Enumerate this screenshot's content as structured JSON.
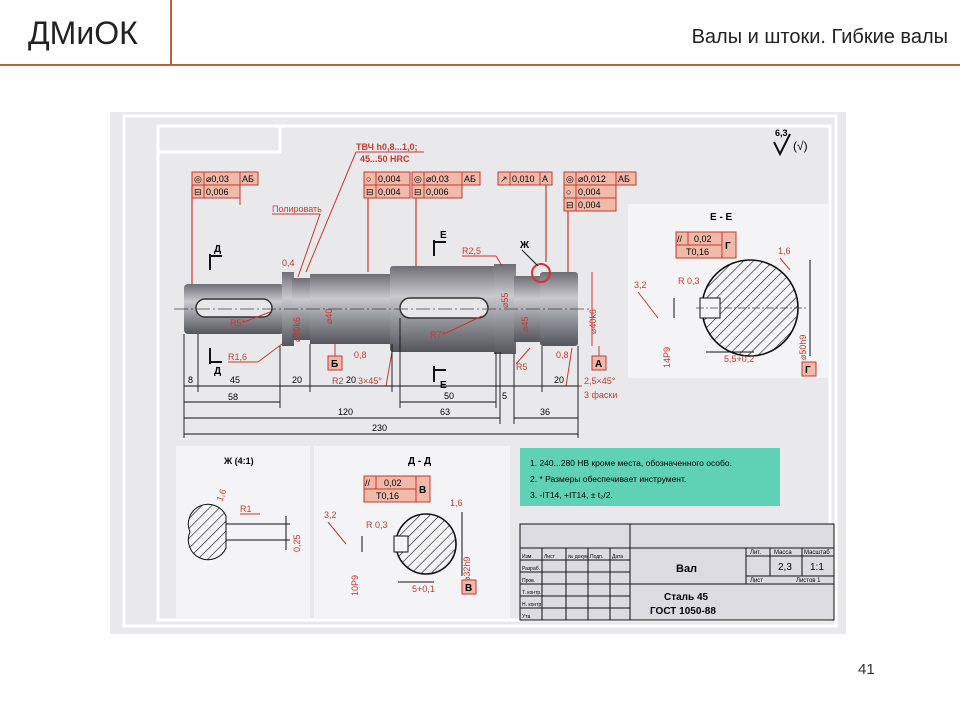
{
  "header": {
    "logo": "ДМиОК",
    "title": "Валы и штоки. Гибкие валы"
  },
  "page_number": "41",
  "drawing": {
    "roughness": "6,3",
    "roughness_suffix": "(√)",
    "frames": [
      {
        "sym": "◎",
        "tol": "⌀0,03",
        "base": "АБ"
      },
      {
        "sym": "⊟",
        "tol": "0,006",
        "base": ""
      },
      {
        "sym": "○",
        "tol": "0,004",
        "base": ""
      },
      {
        "sym": "⊟",
        "tol": "0,004",
        "base": ""
      },
      {
        "sym": "◎",
        "tol": "⌀0,03",
        "base": "АБ"
      },
      {
        "sym": "⊟",
        "tol": "0,006",
        "base": ""
      },
      {
        "sym": "↗",
        "tol": "0,010",
        "base": "А"
      },
      {
        "sym": "◎",
        "tol": "⌀0,012",
        "base": "АБ"
      },
      {
        "sym": "○",
        "tol": "0,004",
        "base": ""
      },
      {
        "sym": "⊟",
        "tol": "0,004",
        "base": ""
      }
    ],
    "labels": {
      "tvch1": "ТВЧ h0,8...1,0;",
      "tvch2": "45...50 HRC",
      "polish": "Полировать",
      "d_top": "Д",
      "d_bottom": "Д",
      "e_top": "Е",
      "e_bottom": "Е",
      "r25": "R2,5",
      "zh": "Ж",
      "r5_left": "R5*",
      "r7": "R7*",
      "r16": "R1,6",
      "r2": "R2",
      "r5_right": "R5",
      "ch45": "3×45°",
      "ch25": "2,5×45°",
      "ch3": "3 фаски",
      "rough04": "0,4",
      "rough08a": "0,8",
      "rough08b": "0,8",
      "base_b": "Б",
      "base_a": "А",
      "dia_40k6_l": "⌀40k6",
      "dia_40": "⌀40",
      "dia_55": "⌀55",
      "dia_45": "⌀45",
      "dia_40k6_r": "⌀40k6"
    },
    "dims": {
      "d8": "8",
      "d45": "45",
      "d20a": "20",
      "d20b": "20",
      "d50": "50",
      "d5": "5",
      "d20c": "20",
      "d58": "58",
      "d120": "120",
      "d63": "63",
      "d36": "36",
      "d230": "230"
    },
    "section_e": {
      "title": "Е - Е",
      "tol": "0,02",
      "sym": "//",
      "t016": "T0,16",
      "base": "Г",
      "base_bottom": "Г",
      "r03": "R 0,3",
      "r32": "3,2",
      "r16": "1,6",
      "dim_14p9": "14P9",
      "dim_50h": "⌀50h9",
      "dim_55": "5,5+0,2"
    },
    "section_zh": {
      "title": "Ж (4:1)",
      "r1": "R1",
      "r16": "1,6",
      "d025": "0,25"
    },
    "section_d": {
      "title": "Д - Д",
      "tol": "0,02",
      "sym": "//",
      "t016": "T0,16",
      "base": "В",
      "base_bottom": "В",
      "r03": "R 0,3",
      "r32": "3,2",
      "r16": "1,6",
      "dim_10p9": "10P9",
      "dim_32": "⌀32h9",
      "dim_5": "5+0,1"
    },
    "notes": [
      "1. 240...280 HB кроме места, обозначенного особо.",
      "2. * Размеры обеспечивает инструмент.",
      "3. -IT14, +IT14, ± t₂/2."
    ],
    "title_block": {
      "name": "Вал",
      "material1": "Сталь 45",
      "material2": "ГОСТ 1050-88",
      "lit_header": "Лит.",
      "mass_header": "Масса",
      "scale_header": "Масштаб",
      "mass": "2,3",
      "scale": "1:1",
      "sheet": "Лист",
      "sheets": "Листов 1",
      "rows": [
        "Изм.",
        "Разраб.",
        "Пров.",
        "Т. контр.",
        "Н. контр.",
        "Утв."
      ],
      "cols": [
        "Лист",
        "№ докум.",
        "Подп.",
        "Дата"
      ]
    }
  },
  "colors": {
    "frame_red": "#c8392f",
    "frame_fill": "#f0b9a8",
    "note_bg": "#5fd1b4",
    "drawing_bg": "#e9e9ec",
    "shaft": "#8c8c93",
    "accent": "#b8643a"
  }
}
